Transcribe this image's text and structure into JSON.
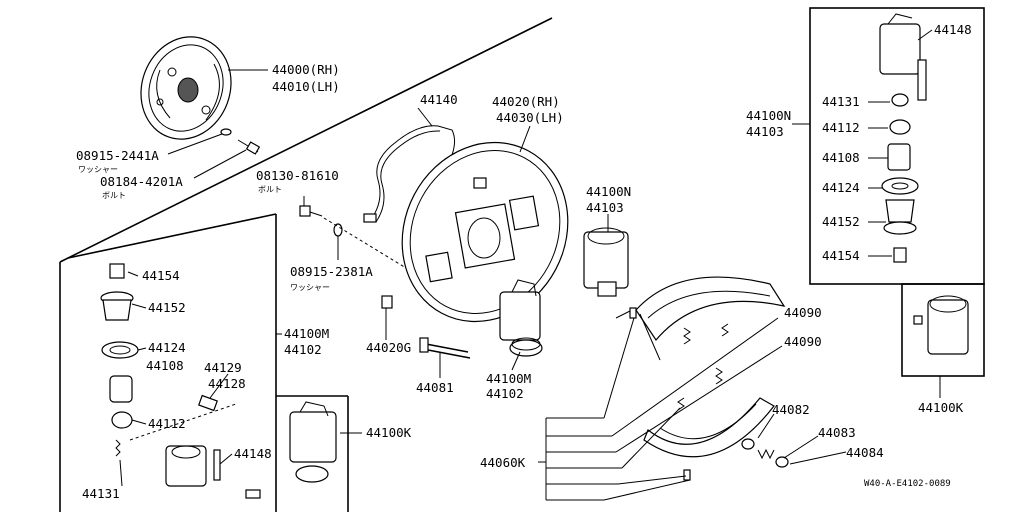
{
  "diagram": {
    "labels": {
      "p44000": "44000(RH)",
      "p44010": "44010(LH)",
      "p08915_2441": "08915-2441A",
      "washer_jp_1": "ワッシャー",
      "p08184": "08184-4201A",
      "bolt_jp_1": "ボルト",
      "p44140": "44140",
      "p44020": "44020(RH)",
      "p44030": "44030(LH)",
      "p08130": "08130-81610",
      "bolt_jp_2": "ボルト",
      "p08915_2381": "08915-2381A",
      "washer_jp_2": "ワッシャー",
      "p44020G": "44020G",
      "p44081": "44081",
      "p44100M_c1": "44100M",
      "p44102_c1": "44102",
      "p44100N_c": "44100N",
      "p44103_c": "44103",
      "p44090_a": "44090",
      "p44090_b": "44090",
      "p44082": "44082",
      "p44083": "44083",
      "p44084": "44084",
      "p44060K": "44060K",
      "p44100M_l": "44100M",
      "p44102_l": "44102",
      "p44154_l": "44154",
      "p44152_l": "44152",
      "p44124_l": "44124",
      "p44108_l": "44108",
      "p44129": "44129",
      "p44128": "44128",
      "p44112_l": "44112",
      "p44131_l": "44131",
      "p44148_l": "44148",
      "p44100K_l": "44100K",
      "p44100N_r": "44100N",
      "p44103_r": "44103",
      "p44148_r": "44148",
      "p44131_r": "44131",
      "p44112_r": "44112",
      "p44108_r": "44108",
      "p44124_r": "44124",
      "p44152_r": "44152",
      "p44154_r": "44154",
      "p44100K_r": "44100K",
      "drawing_code": "W40-A-E4102-0089"
    }
  }
}
